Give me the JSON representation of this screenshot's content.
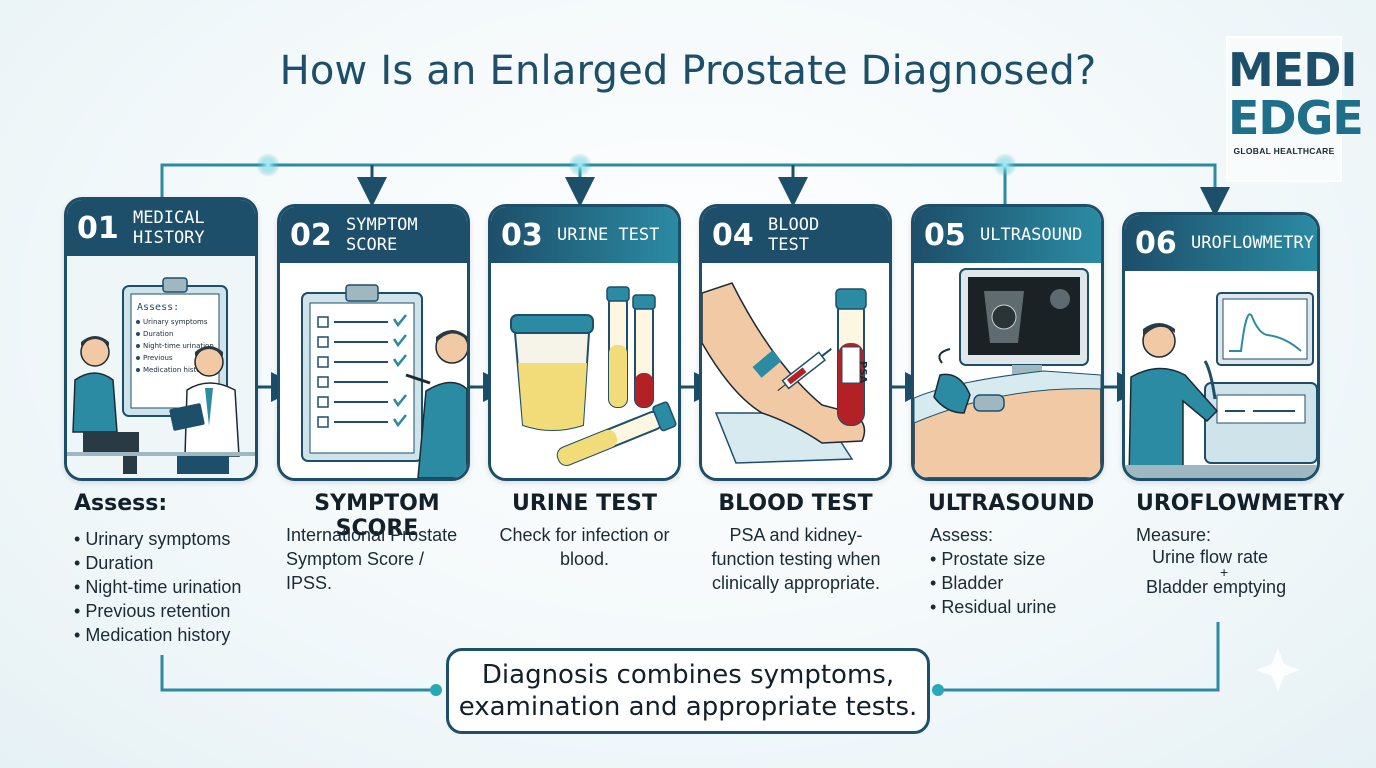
{
  "title": "How Is an Enlarged Prostate Diagnosed?",
  "logo": {
    "line1": "MEDI",
    "line2": "EDGE",
    "line3": "GLOBAL HEALTHCARE"
  },
  "colors": {
    "navy": "#1d4f6a",
    "teal": "#2b8ba3",
    "accent": "#27a9b8"
  },
  "steps": [
    {
      "number": "01",
      "header": "MEDICAL\nHISTORY",
      "illustration": {
        "board_title": "Assess:",
        "board_items": [
          "Urinary symptoms",
          "Duration",
          "Night-time urination",
          "Previous",
          "Medication history"
        ]
      },
      "title": "Assess:",
      "intro": "",
      "bullets": [
        "Urinary symptoms",
        "Duration",
        "Night-time urination",
        "Previous retention",
        "Medication history"
      ]
    },
    {
      "number": "02",
      "header": "SYMPTOM\nSCORE",
      "title": "SYMPTOM SCORE",
      "text": "International Prostate Symptom Score / IPSS."
    },
    {
      "number": "03",
      "header": "URINE TEST",
      "title": "URINE TEST",
      "text": "Check for infection or blood."
    },
    {
      "number": "04",
      "header": "BLOOD\nTEST",
      "illustration": {
        "tube_label": "PSA"
      },
      "title": "BLOOD TEST",
      "text": "PSA and kidney-function testing when clinically appropriate."
    },
    {
      "number": "05",
      "header": "ULTRASOUND",
      "title": "ULTRASOUND",
      "intro": "Assess:",
      "bullets": [
        "Prostate size",
        "Bladder",
        "Residual urine"
      ]
    },
    {
      "number": "06",
      "header": "UROFLOWMETRY",
      "title": "UROFLOWMETRY",
      "intro": "Measure:",
      "lines": [
        "Urine flow rate",
        "+",
        "Bladder emptying"
      ]
    }
  ],
  "summary": "Diagnosis combines symptoms, examination and appropriate tests."
}
